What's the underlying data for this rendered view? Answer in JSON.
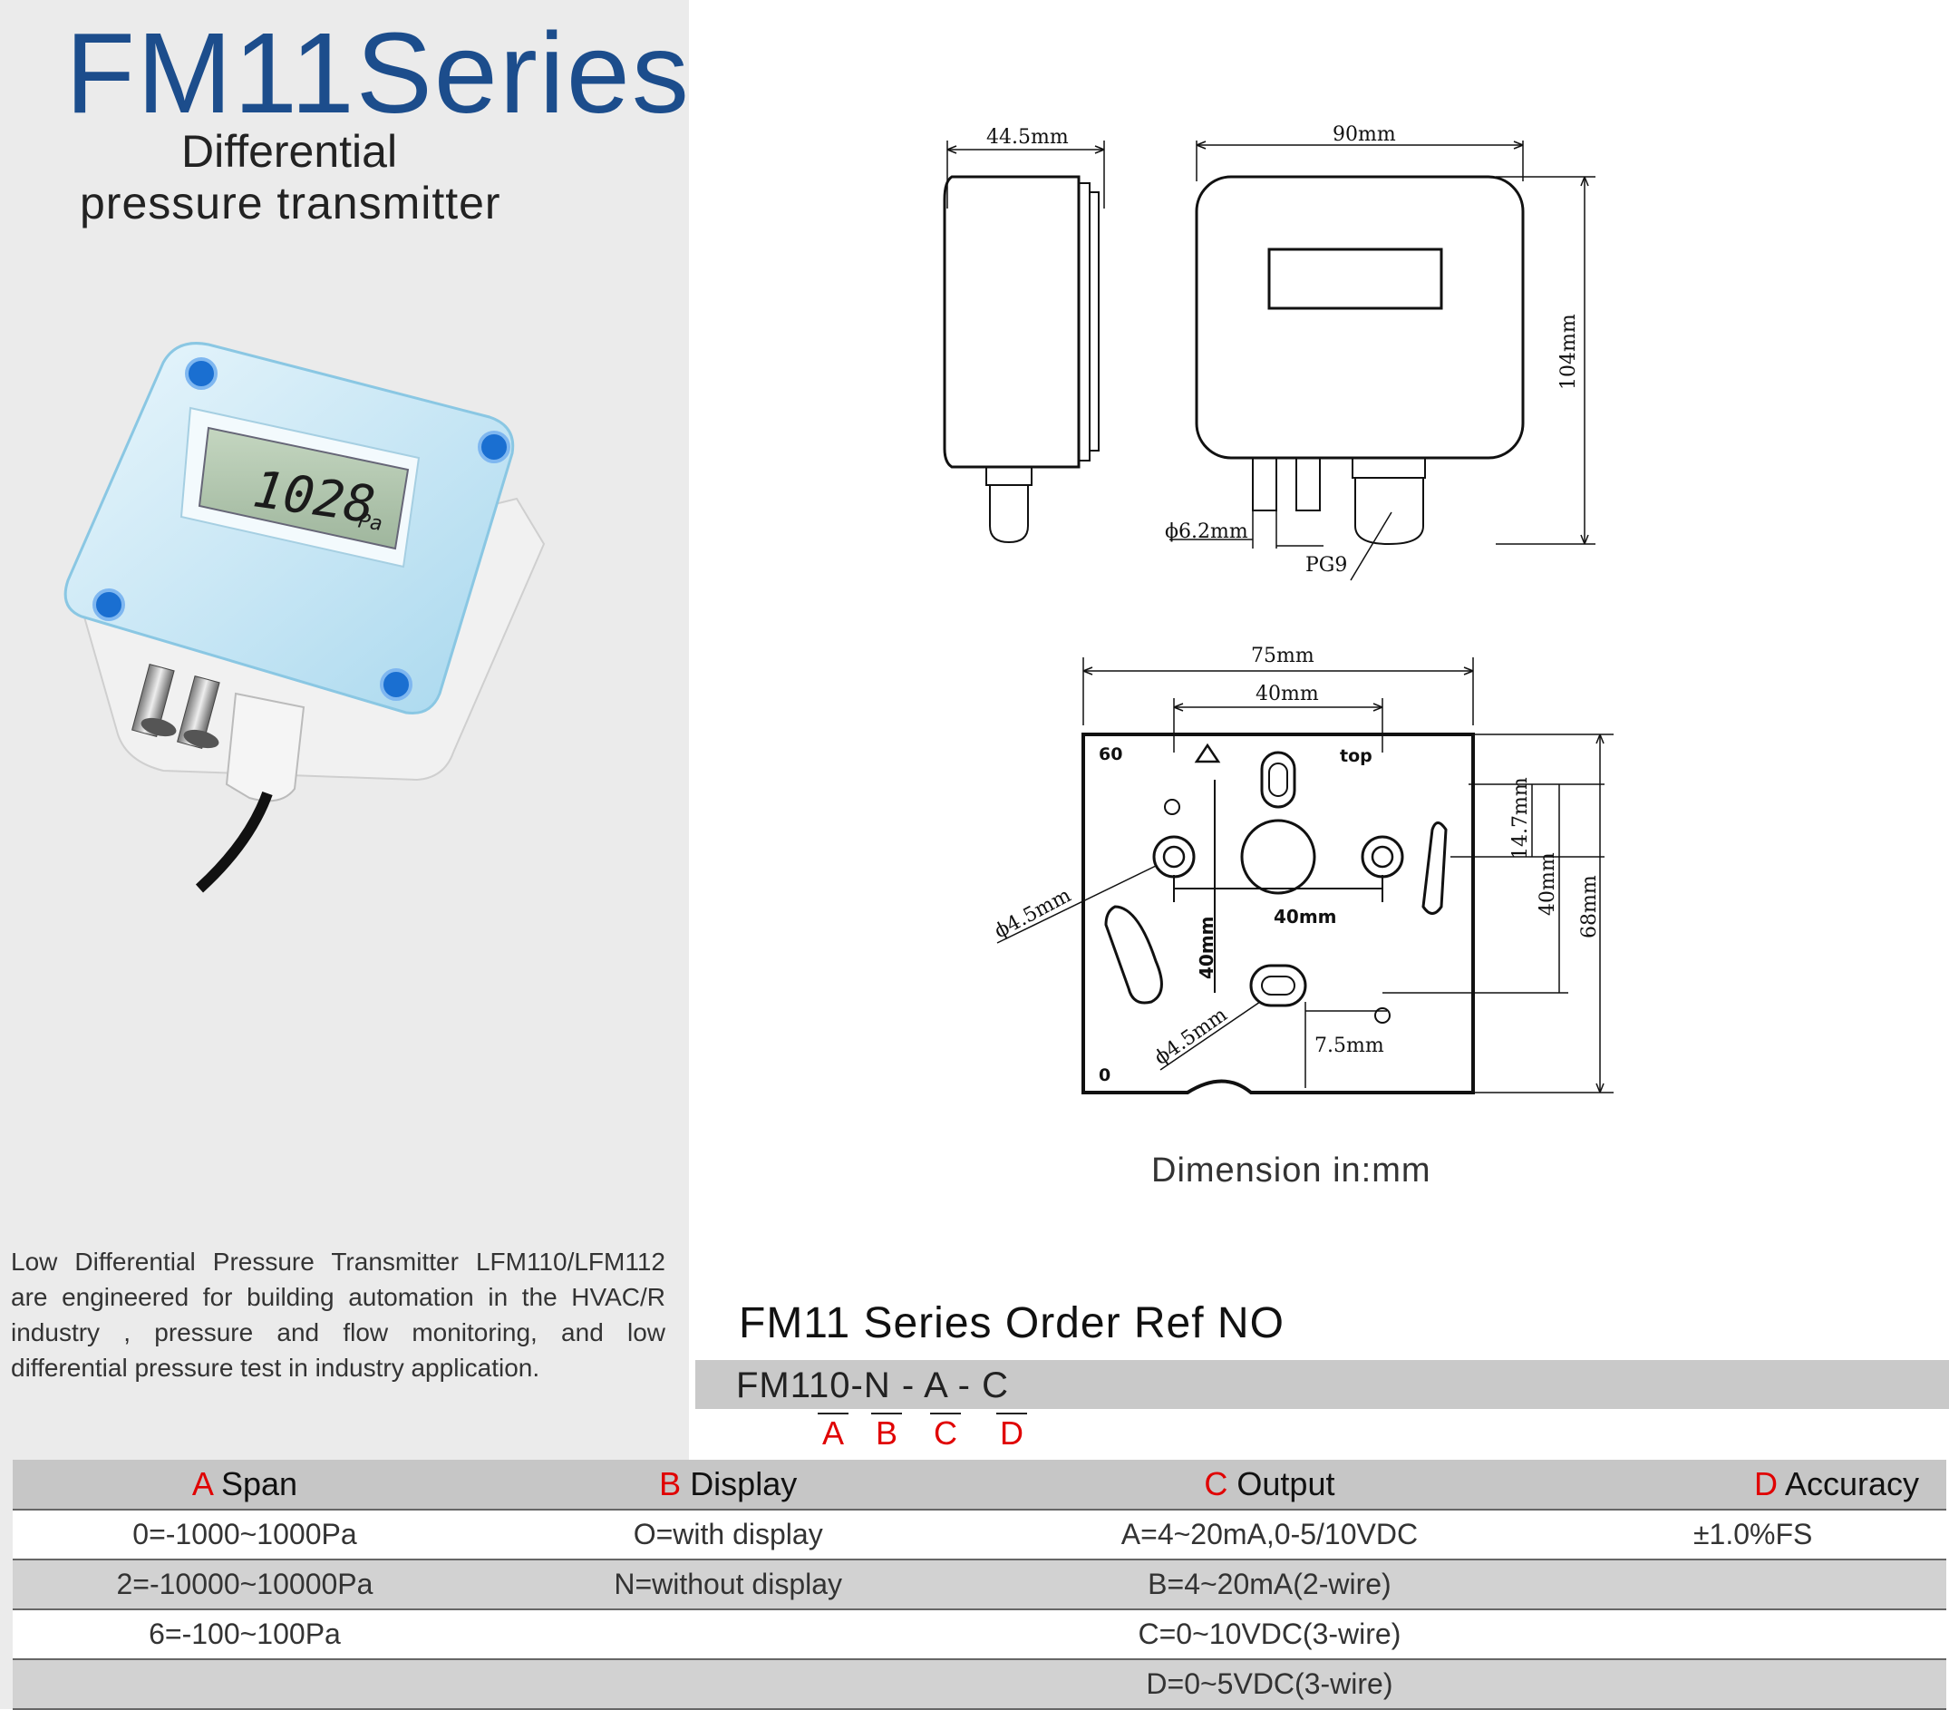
{
  "header": {
    "title": "FM11Series",
    "subtitle_line1": "Differential",
    "subtitle_line2": "pressure transmitter"
  },
  "product": {
    "display_value": "1028",
    "display_unit": "Pa"
  },
  "description": "Low Differential Pressure Transmitter LFM110/LFM112 are engineered for building automation in the HVAC/R industry , pressure and flow monitoring, and low differential pressure test in industry application.",
  "drawing": {
    "side_width": "44.5mm",
    "front_width": "90mm",
    "height": "104mm",
    "port_dia": "ϕ6.2mm",
    "gland": "PG9",
    "back_width": "75mm",
    "hole_spacing": "40mm",
    "top_label": "top",
    "scale_top": "60",
    "scale_bottom": "0",
    "offset": "14.7mm",
    "vert_spacing": "40mm",
    "back_height": "68mm",
    "hole_dia": "ϕ4.5mm",
    "hole_dia2": "ϕ4.5mm",
    "inner_h": "40mm",
    "inner_v": "40mm",
    "slot": "7.5mm",
    "caption": "Dimension in:mm"
  },
  "order": {
    "title": "FM11 Series Order Ref NO",
    "code": "FM110-N - A - C",
    "letters": [
      "A",
      "B",
      "C",
      "D"
    ]
  },
  "spec_table": {
    "headers": [
      {
        "letter": "A",
        "label": "Span"
      },
      {
        "letter": "B",
        "label": "Display"
      },
      {
        "letter": "C",
        "label": " Output"
      },
      {
        "letter": "D",
        "label": " Accuracy"
      }
    ],
    "rows": [
      [
        "0=-1000~1000Pa",
        "O=with display",
        "A=4~20mA,0-5/10VDC",
        "±1.0%FS"
      ],
      [
        "2=-10000~10000Pa",
        "N=without display",
        "B=4~20mA(2-wire)",
        ""
      ],
      [
        "6=-100~100Pa",
        "",
        "C=0~10VDC(3-wire)",
        ""
      ],
      [
        "",
        "",
        "D=0~5VDC(3-wire)",
        ""
      ]
    ]
  },
  "colors": {
    "title_blue": "#1c4d8c",
    "accent_red": "#e00000",
    "panel_gray": "#ebebeb"
  }
}
